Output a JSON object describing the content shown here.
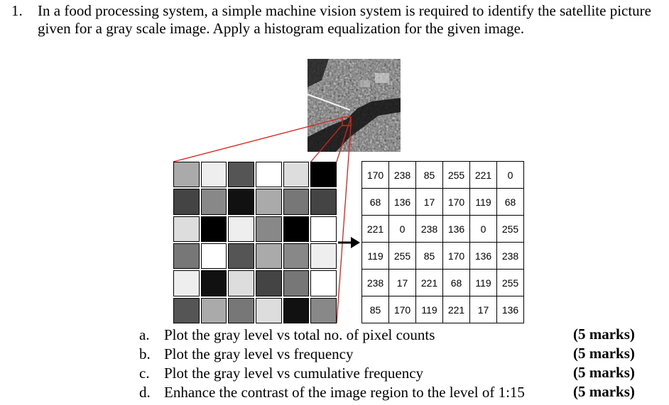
{
  "question": {
    "number": "1.",
    "text": "In a food processing system, a simple machine vision system is required to identify the satellite picture given for a gray scale image. Apply a histogram equalization for the given image."
  },
  "image_grid": {
    "values": [
      [
        170,
        238,
        85,
        255,
        221,
        0
      ],
      [
        68,
        136,
        17,
        170,
        119,
        68
      ],
      [
        221,
        0,
        238,
        136,
        0,
        255
      ],
      [
        119,
        255,
        85,
        170,
        136,
        238
      ],
      [
        238,
        17,
        221,
        68,
        119,
        255
      ],
      [
        85,
        170,
        119,
        221,
        17,
        136
      ]
    ]
  },
  "parts": [
    {
      "label": "a.",
      "text": "Plot the gray level vs total no. of pixel counts",
      "marks": "(5 marks)"
    },
    {
      "label": "b.",
      "text": "Plot the gray level vs frequency",
      "marks": "(5 marks)"
    },
    {
      "label": "c.",
      "text": "Plot the gray level vs cumulative frequency",
      "marks": "(5 marks)"
    },
    {
      "label": "d.",
      "text": "Enhance the contrast of the image region to the level of 1:15",
      "marks": "(5 marks)"
    }
  ],
  "colors": {
    "zoom_lines": "#e0201a",
    "arrow": "#000000"
  }
}
